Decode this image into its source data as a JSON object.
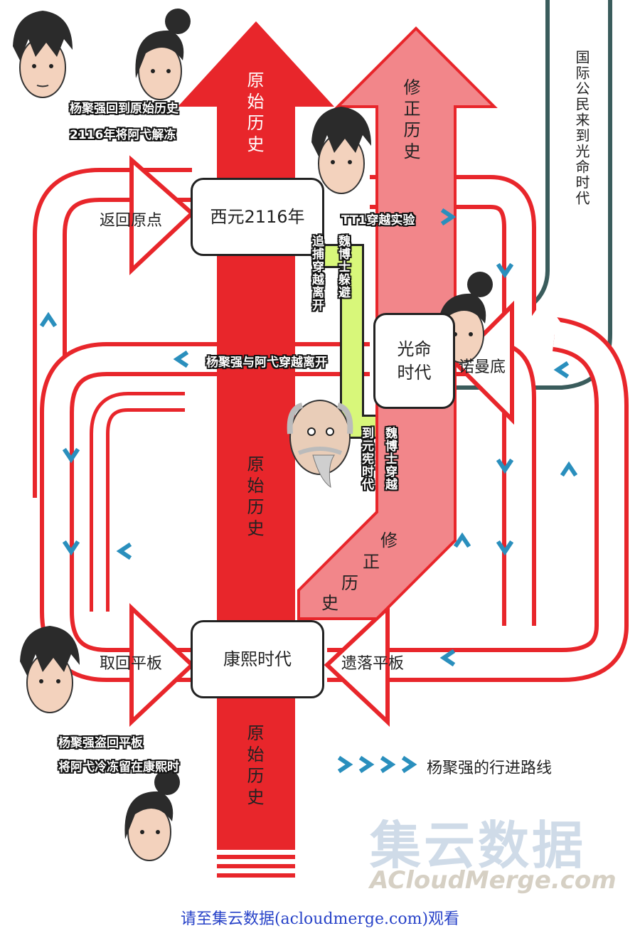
{
  "nodes": {
    "xiyuan": "西元2116年",
    "guangming": "光命\n时代",
    "kangxi": "康熙时代"
  },
  "arrows": {
    "original_top": "原始历史",
    "revised_top": "修正历史",
    "original_mid": "原始历史",
    "original_bottom": "原始历史",
    "revised_diag": "修正历史",
    "intl_citizens": "国际公民来到光命时代"
  },
  "labels": {
    "return_origin": "返回原点",
    "tt1_experiment": "TT1穿越实验",
    "nuomandi": "诺曼底",
    "retrieve_tablet": "取回平板",
    "lose_tablet": "遗落平板",
    "yang_a_leave": "杨聚强与阿弋穿越离开",
    "chase_leave": "追捕穿越离开",
    "wei_hide": "魏博士躲避",
    "wei_travel": "魏博士穿越",
    "to_yuanxian": "到元宪时代"
  },
  "captions": {
    "top_left_1": "杨聚强回到原始历史",
    "top_left_2": "2116年将阿弋解冻",
    "bottom_left_1": "杨聚强盗回平板",
    "bottom_left_2": "将阿弋冷冻留在康熙时"
  },
  "legend": {
    "text": "杨聚强的行进路线",
    "color": "#2a8fbd"
  },
  "watermark": {
    "cn": "集云数据",
    "en": "ACloudMerge.com"
  },
  "footer": "请至集云数据(acloudmerge.com)观看",
  "colors": {
    "red": "#e8262b",
    "pink": "#f2868a",
    "green": "#d8f77a",
    "teal": "#3a5c5c",
    "blue": "#2a8fbd"
  },
  "icons": [
    "yang-face-icon",
    "a-yi-face-icon",
    "dr-wei-face-icon",
    "chevron-blue-icon"
  ]
}
